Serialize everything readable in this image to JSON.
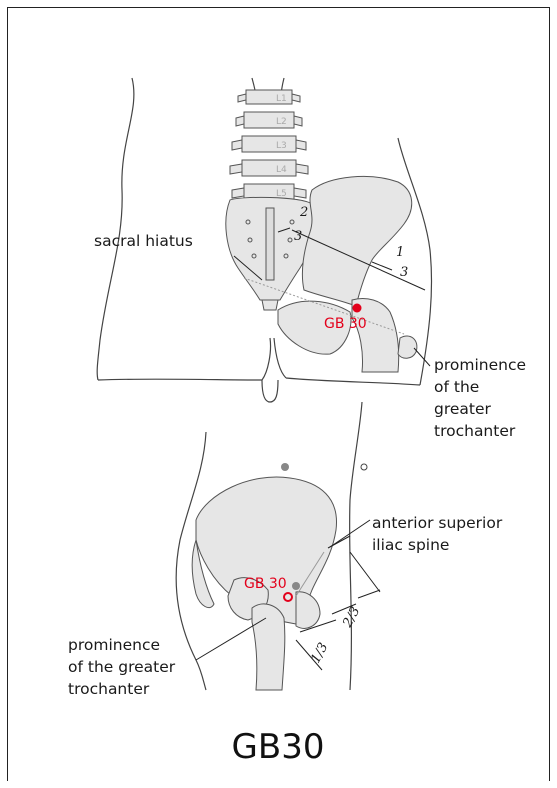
{
  "top_figure": {
    "vertebra_labels": [
      "L1",
      "L2",
      "L3",
      "L4",
      "L5"
    ],
    "sacral_hiatus_label": "sacral hiatus",
    "fraction_two_thirds": {
      "num": "2",
      "den": "3"
    },
    "fraction_one_third": {
      "num": "1",
      "den": "3"
    },
    "point_label": "GB 30",
    "trochanter_label": [
      "prominence",
      "of the",
      "greater",
      "trochanter"
    ]
  },
  "bottom_figure": {
    "asis_label": [
      "anterior superior",
      "iliac spine"
    ],
    "point_label": "GB 30",
    "fraction_two_thirds": "2/3",
    "fraction_one_third": "1/3",
    "trochanter_label": [
      "prominence",
      "of the greater",
      "trochanter"
    ]
  },
  "title": "GB30",
  "colors": {
    "accent_red": "#e3001b",
    "bone_fill": "#e6e6e6",
    "outline": "#555555"
  }
}
